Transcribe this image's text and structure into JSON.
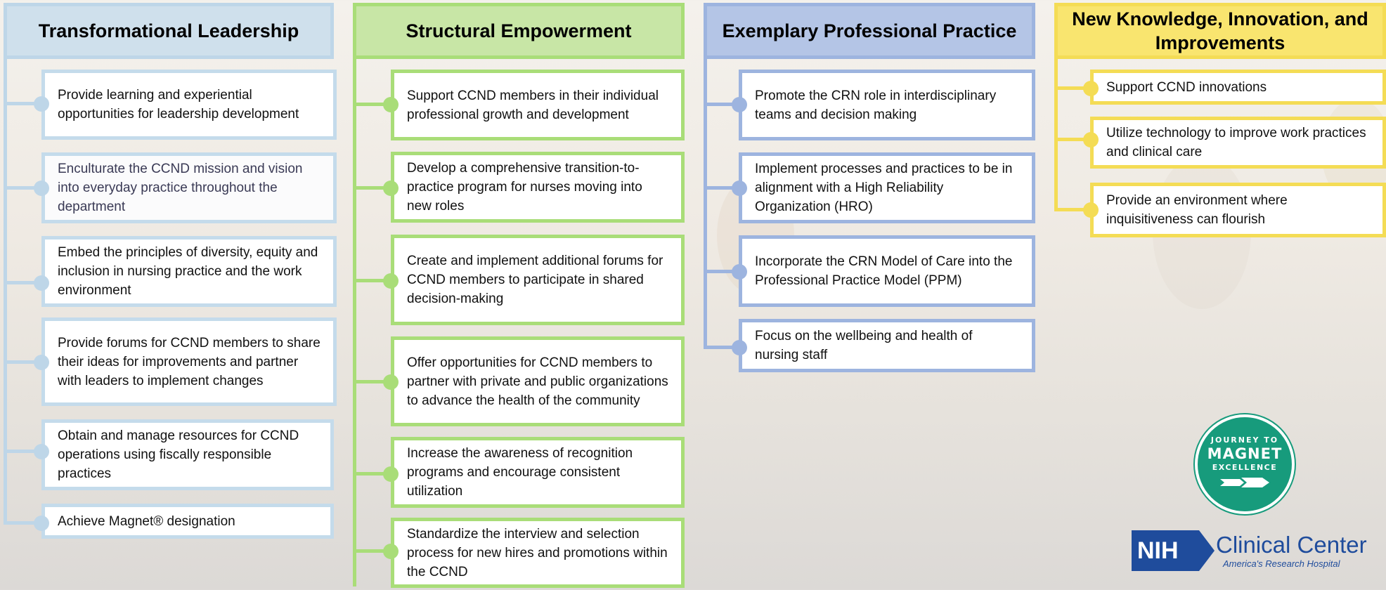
{
  "columns": [
    {
      "title": "Transformational Leadership",
      "items": [
        "Provide learning and experiential opportunities for leadership development",
        "Enculturate the CCND mission and vision into everyday practice throughout the department",
        "Embed the principles of diversity, equity and inclusion in nursing practice and the work environment",
        "Provide forums for CCND members to share their ideas for improvements and partner with leaders to implement changes",
        "Obtain and manage resources for CCND operations using fiscally responsible practices",
        "Achieve Magnet® designation"
      ]
    },
    {
      "title": "Structural Empowerment",
      "items": [
        "Support CCND members in their individual professional growth and development",
        "Develop a comprehensive transition-to-practice program for nurses moving into new roles",
        "Create and implement additional forums for CCND members to participate in shared decision-making",
        "Offer opportunities for CCND members to partner with private and public organizations to advance the health of the community",
        "Increase the awareness of recognition programs and encourage consistent utilization",
        "Standardize the interview and selection process for new hires and promotions within the CCND"
      ]
    },
    {
      "title": "Exemplary Professional Practice",
      "items": [
        "Promote the CRN role in interdisciplinary teams and decision making",
        "Implement processes and practices to be in alignment with a High Reliability Organization (HRO)",
        "Incorporate the CRN Model of Care into the Professional Practice Model (PPM)",
        "Focus on the wellbeing and health of nursing staff"
      ]
    },
    {
      "title": "New Knowledge, Innovation, and Improvements",
      "items": [
        "Support CCND innovations",
        "Utilize technology to improve work practices and clinical care",
        "Provide an environment where inquisitiveness can flourish"
      ]
    }
  ],
  "badge": {
    "line1": "JOURNEY TO",
    "line2": "MAGNET",
    "line3": "EXCELLENCE"
  },
  "nih": {
    "box": "NIH",
    "name": "Clinical Center",
    "tagline": "America's Research Hospital"
  },
  "colors": {
    "col1": "#bed6e8",
    "col2": "#a9dd78",
    "col3": "#9db4df",
    "col4": "#f4dc55",
    "badge": "#179b7c",
    "nih_blue": "#1f4c9c"
  }
}
